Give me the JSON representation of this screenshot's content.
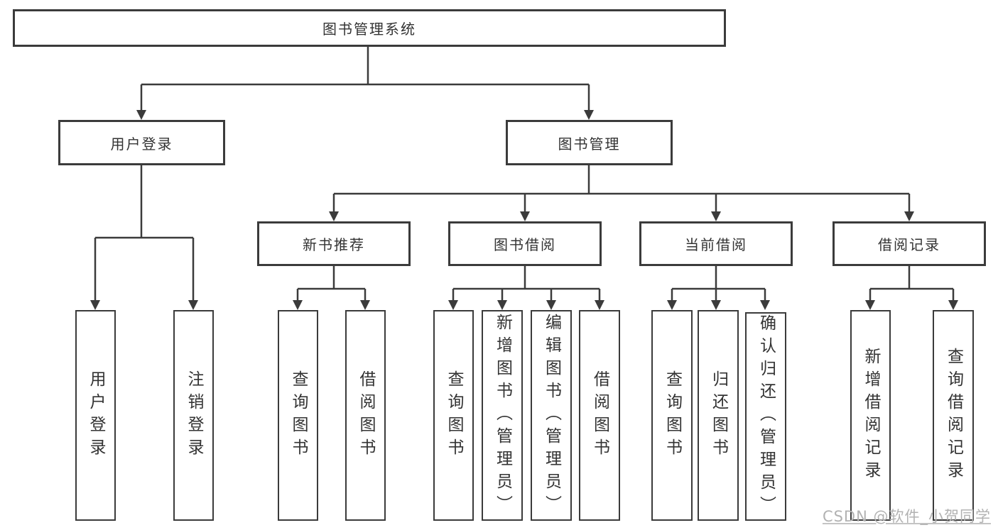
{
  "diagram": {
    "root": {
      "label": "图书管理系统"
    },
    "branches": [
      {
        "label": "用户登录",
        "children": [
          {
            "label": "用户登录"
          },
          {
            "label": "注销登录"
          }
        ]
      },
      {
        "label": "图书管理",
        "children": [
          {
            "label": "新书推荐",
            "children": [
              {
                "label": "查询图书"
              },
              {
                "label": "借阅图书"
              }
            ]
          },
          {
            "label": "图书借阅",
            "children": [
              {
                "label": "查询图书"
              },
              {
                "label": "新增图书（管理员）"
              },
              {
                "label": "编辑图书（管理员）"
              },
              {
                "label": "借阅图书"
              }
            ]
          },
          {
            "label": "当前借阅",
            "children": [
              {
                "label": "查询图书"
              },
              {
                "label": "归还图书"
              },
              {
                "label": "确认归还（管理员）"
              }
            ]
          },
          {
            "label": "借阅记录",
            "children": [
              {
                "label": "新增借阅记录"
              },
              {
                "label": "查询借阅记录"
              }
            ]
          }
        ]
      }
    ]
  },
  "watermark": {
    "text": "CSDN @软件_小贺同学"
  },
  "colors": {
    "line": "#3b3b3b",
    "border": "#3b3b3b",
    "text": "#333333",
    "watermark": "#b2b2b2",
    "background": "#ffffff"
  }
}
